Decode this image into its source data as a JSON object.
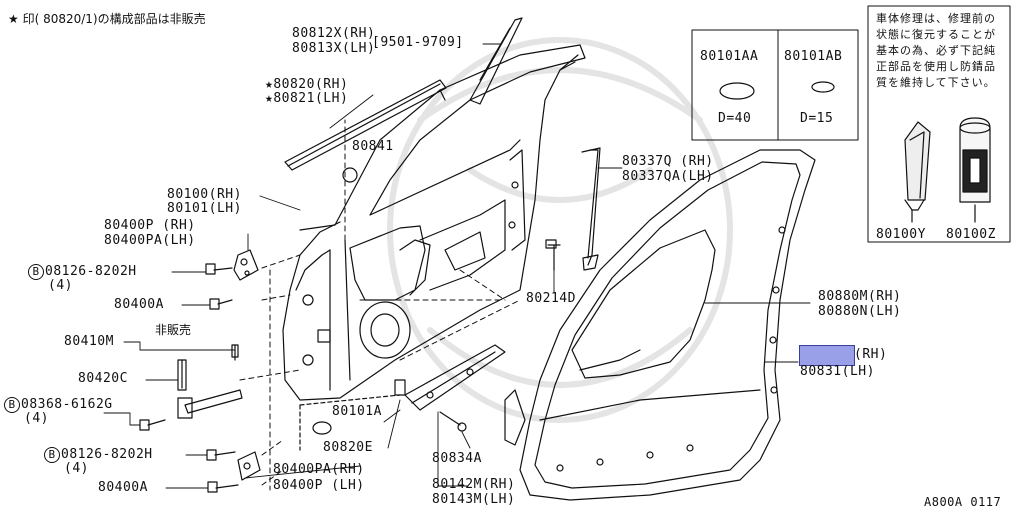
{
  "header": {
    "note": "★ 印( 80820/1)の構成部品は非販売"
  },
  "labels": {
    "p80812": "80812X(RH)",
    "p80813": "80813X(LH)",
    "range": "[9501-9709]",
    "p80820": "★80820(RH)",
    "p80821": "★80821(LH)",
    "p80841": "80841",
    "p80100": "80100(RH)",
    "p80101": "80101(LH)",
    "p80400P": "80400P (RH)",
    "p80400PA": "80400PA(LH)",
    "bolt1_code": "08126-8202H",
    "bolt1_qty": "(4)",
    "p80400A_top": "80400A",
    "p80410M": "80410M",
    "not_for_sale": "非販売",
    "p80420C": "80420C",
    "bolt2_code": "08368-6162G",
    "bolt2_qty": "(4)",
    "bolt3_code": "08126-8202H",
    "bolt3_qty": "(4)",
    "p80400A_bot": "80400A",
    "p80400PA_rh": "80400PA(RH)",
    "p80400P_lh": "80400P (LH)",
    "p80101A": "80101A",
    "p80820E": "80820E",
    "p80834A": "80834A",
    "p80142M": "80142M(RH)",
    "p80143M": "80143M(LH)",
    "p80214D": "80214D",
    "p80337Q": "80337Q (RH)",
    "p80337QA": "80337QA(LH)",
    "p80880M": "80880M(RH)",
    "p80880N": "80880N(LH)",
    "p80830_rh": "(RH)",
    "p80831": "80831(LH)",
    "p80101AA": "80101AA",
    "p80101AB": "80101AB",
    "d40": "D=40",
    "d15": "D=15",
    "p80100Y": "80100Y",
    "p80100Z": "80100Z",
    "bolt_symbol": "B",
    "footer_code": "A800A 0117"
  },
  "repair_note": "車体修理は、修理前の状態に復元することが基本の為、必ず下記純正部品を使用し防錆品質を維持して下さい。",
  "highlight_color": "#9aa0e8"
}
